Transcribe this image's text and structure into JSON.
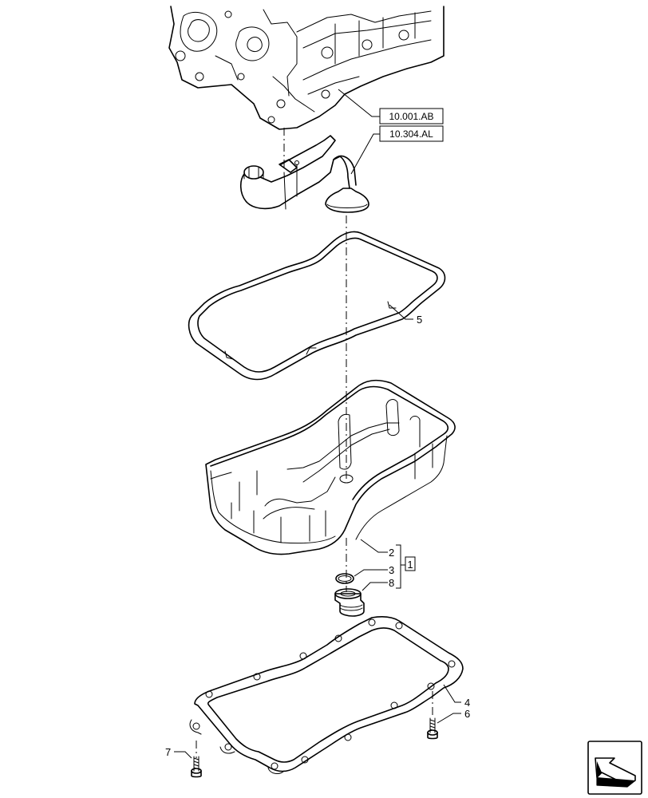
{
  "references": [
    {
      "id": "ref-10-001-ab",
      "text": "10.001.AB"
    },
    {
      "id": "ref-10-304-al",
      "text": "10.304.AL"
    }
  ],
  "callouts": {
    "c2": "2",
    "c3": "3",
    "c8": "8",
    "c1": "1",
    "c4": "4",
    "c5": "5",
    "c6": "6",
    "c7": "7"
  }
}
